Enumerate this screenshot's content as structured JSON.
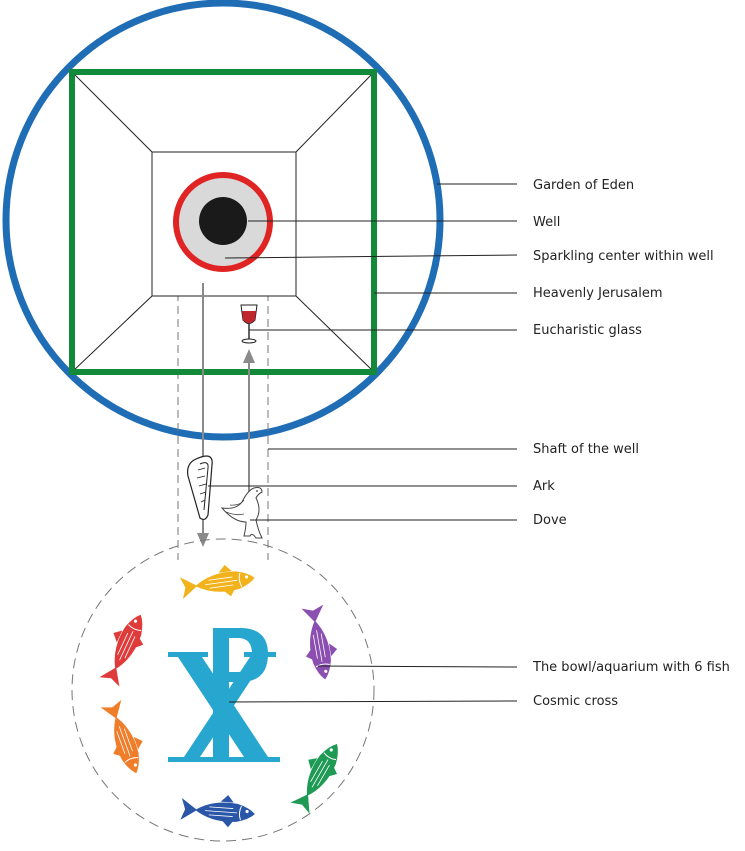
{
  "labels": {
    "garden_of_eden": "Garden of Eden",
    "well": "Well",
    "sparkling_center": "Sparkling center within well",
    "heavenly_jerusalem": "Heavenly Jerusalem",
    "eucharistic_glass": "Eucharistic glass",
    "shaft": "Shaft of the well",
    "ark": "Ark",
    "dove": "Dove",
    "bowl": "The bowl/aquarium with 6 fish",
    "cosmic_cross": "Cosmic cross"
  },
  "colors": {
    "outer_circle": "#1f6db5",
    "square": "#138a3a",
    "well_ring": "#e02424",
    "well_gray": "#d9d9d9",
    "well_core": "#1a1a1a",
    "chi_rho": "#27a6cf",
    "arrow": "#8a8a8a",
    "dashed": "#777777",
    "wine": "#c0262d",
    "fish": [
      "#f2b21b",
      "#8a4fb0",
      "#1f9a55",
      "#2a56a8",
      "#f07d2a",
      "#df3b3b"
    ]
  },
  "icons": {
    "glass": "wine-glass-icon",
    "ark": "ark-icon",
    "dove": "dove-icon",
    "fish": "fish-icon",
    "chi_rho": "chi-rho-icon"
  }
}
